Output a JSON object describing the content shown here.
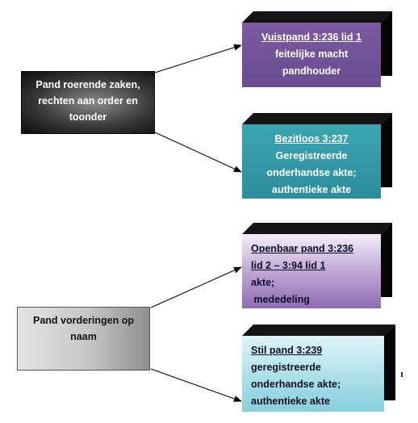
{
  "sources": {
    "roerende": [
      "Pand roerende zaken,",
      "rechten aan order en",
      "toonder"
    ],
    "vorderingen": [
      "Pand vorderingen op",
      "naam"
    ]
  },
  "targets": {
    "vuistpand": {
      "heading": "Vuistpand 3:236  lid 1",
      "lines": [
        "feitelijke macht",
        "pandhouder"
      ]
    },
    "bezitloos": {
      "heading": "Bezitloos 3:237",
      "lines": [
        "Geregistreerde",
        "onderhandse akte;",
        "authentieke akte"
      ]
    },
    "openbaar": {
      "heading_lines": [
        "Openbaar pand 3:236",
        "lid 2 – 3:94 lid 1"
      ],
      "lines": [
        "akte;",
        " mededeling"
      ]
    },
    "stil": {
      "heading": "Stil pand 3:239",
      "lines": [
        "geregistreerde",
        "onderhandse akte;",
        "authentieke akte"
      ]
    }
  },
  "colors": {
    "vuistpand": "#6a4a91",
    "bezitloos": "#2c8d9c",
    "openbaar": "#a98bc6",
    "stil": "#9fd9e3",
    "connector": "#000000"
  }
}
